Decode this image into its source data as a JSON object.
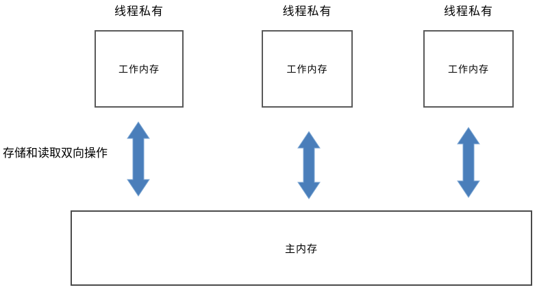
{
  "diagram": {
    "sections": [
      {
        "label": "线程私有",
        "box_label": "工作内存"
      },
      {
        "label": "线程私有",
        "box_label": "工作内存"
      },
      {
        "label": "线程私有",
        "box_label": "工作内存"
      }
    ],
    "side_label": "存储和读取双向操作",
    "main_memory_label": "主内存",
    "colors": {
      "background": "#ffffff",
      "text": "#000000",
      "arrow": "#4a7eba",
      "arrow_edge": "#7da7d4",
      "box_border": "#595959",
      "main_border": "#4a4a4a"
    }
  }
}
